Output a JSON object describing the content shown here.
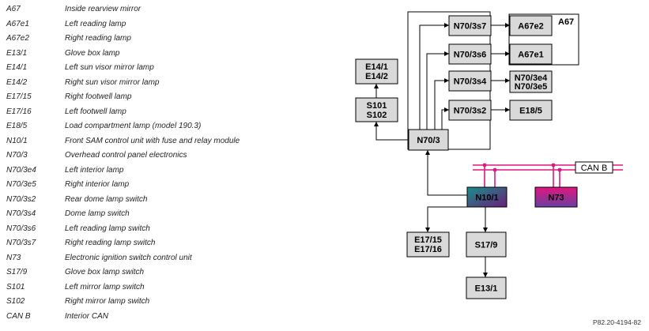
{
  "legend": [
    {
      "code": "A67",
      "desc": "Inside rearview mirror"
    },
    {
      "code": "A67e1",
      "desc": "Left reading lamp"
    },
    {
      "code": "A67e2",
      "desc": "Right reading lamp"
    },
    {
      "code": "E13/1",
      "desc": "Glove box lamp"
    },
    {
      "code": "E14/1",
      "desc": "Left sun visor mirror lamp"
    },
    {
      "code": "E14/2",
      "desc": "Right sun visor mirror lamp"
    },
    {
      "code": "E17/15",
      "desc": "Right footwell lamp"
    },
    {
      "code": "E17/16",
      "desc": "Left footwell lamp"
    },
    {
      "code": "E18/5",
      "desc": "Load compartment lamp (model 190.3)"
    },
    {
      "code": "N10/1",
      "desc": "Front SAM control unit with fuse and relay module"
    },
    {
      "code": "N70/3",
      "desc": "Overhead control panel electronics"
    },
    {
      "code": "N70/3e4",
      "desc": "Left interior lamp"
    },
    {
      "code": "N70/3e5",
      "desc": "Right interior lamp"
    },
    {
      "code": "N70/3s2",
      "desc": "Rear dome lamp switch"
    },
    {
      "code": "N70/3s4",
      "desc": "Dome lamp switch"
    },
    {
      "code": "N70/3s6",
      "desc": "Left reading lamp switch"
    },
    {
      "code": "N70/3s7",
      "desc": "Right reading lamp switch"
    },
    {
      "code": "N73",
      "desc": "Electronic ignition switch control unit"
    },
    {
      "code": "S17/9",
      "desc": "Glove box lamp switch"
    },
    {
      "code": "S101",
      "desc": "Left mirror lamp switch"
    },
    {
      "code": "S102",
      "desc": "Right mirror lamp switch"
    },
    {
      "code": "CAN B",
      "desc": "Interior CAN"
    }
  ],
  "diagram": {
    "n70_3": "N70/3",
    "n70_3s7": "N70/3s7",
    "n70_3s6": "N70/3s6",
    "n70_3s4": "N70/3s4",
    "n70_3s2": "N70/3s2",
    "a67_label": "A67",
    "a67e2": "A67e2",
    "a67e1": "A67e1",
    "n70_3e4": "N70/3e4",
    "n70_3e5": "N70/3e5",
    "e18_5": "E18/5",
    "e14_1": "E14/1",
    "e14_2": "E14/2",
    "s101": "S101",
    "s102": "S102",
    "can_b": "CAN B",
    "n10_1": "N10/1",
    "n73": "N73",
    "e17_15": "E17/15",
    "e17_16": "E17/16",
    "s17_9": "S17/9",
    "e13_1": "E13/1",
    "colors": {
      "box_fill": "#d9d9d9",
      "can_line": "#e0167f",
      "n10_gradient_start": "#1a8f8a",
      "n10_gradient_end": "#6a1e7a",
      "n73_gradient_start": "#e0167f",
      "n73_gradient_end": "#6a3fa0"
    }
  },
  "footer_ref": "P82.20-4194-82"
}
